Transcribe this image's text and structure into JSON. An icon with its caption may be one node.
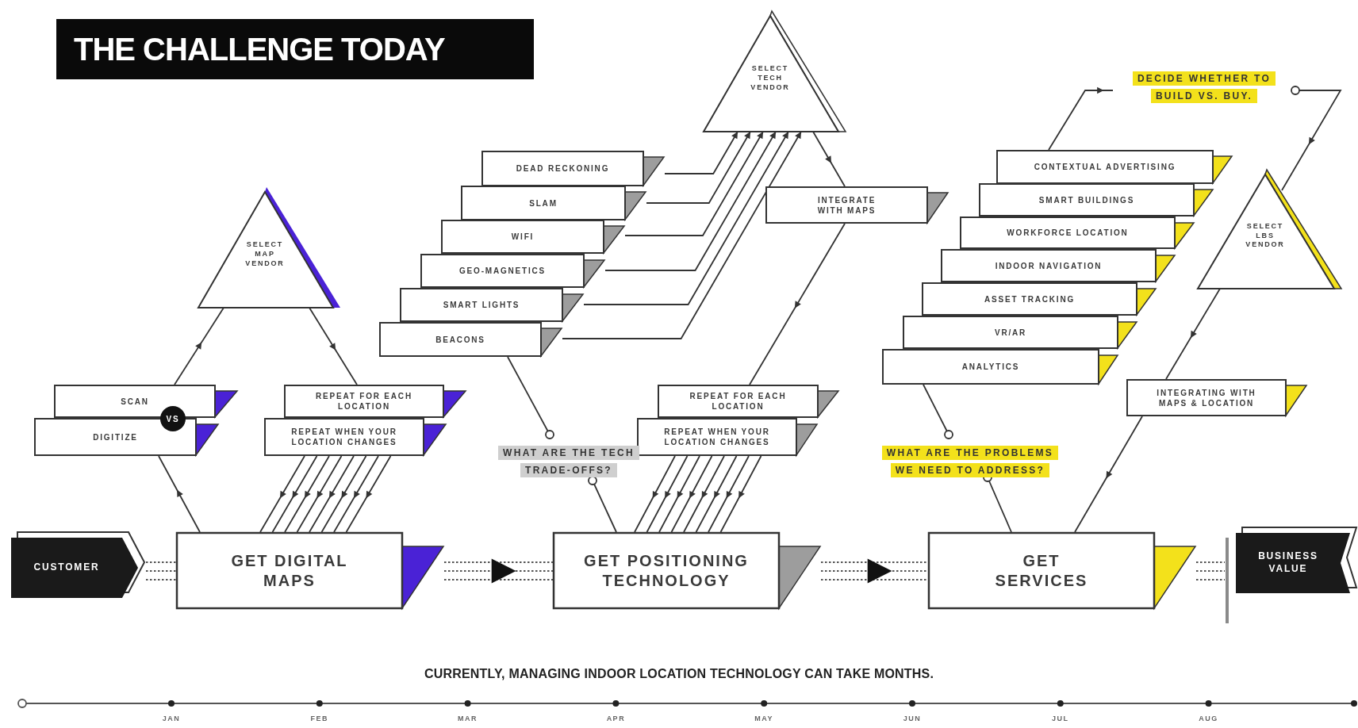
{
  "diagram": {
    "title": "THE CHALLENGE TODAY",
    "nodes": [
      {
        "text": [
          "SELECT MAP VENDOR"
        ]
      },
      {
        "text": [
          "SCAN"
        ]
      },
      {
        "text": [
          "VS"
        ]
      },
      {
        "text": [
          "DIGITIZE"
        ]
      },
      {
        "text": [
          "REPEAT FOR EACH LOCATION"
        ]
      },
      {
        "text": [
          "REPEAT WHEN YOUR LOCATION CHANGES"
        ]
      },
      {
        "text": [
          "DEAD RECKONING"
        ]
      },
      {
        "text": [
          "SLAM"
        ]
      },
      {
        "text": [
          "WIFI"
        ]
      },
      {
        "text": [
          "GEO-MAGNETICS"
        ]
      },
      {
        "text": [
          "SMART LIGHTS"
        ]
      },
      {
        "text": [
          "BEACONS"
        ]
      },
      {
        "text": [
          "SELECT TECH VENDOR"
        ]
      },
      {
        "text": [
          "INTEGRATE WITH MAPS"
        ]
      },
      {
        "text": [
          "REPEAT FOR EACH LOCATION"
        ]
      },
      {
        "text": [
          "REPEAT WHEN YOUR LOCATION CHANGES"
        ]
      },
      {
        "text": [
          "WHAT ARE THE TECH TRADE-OFFS?"
        ]
      },
      {
        "text": [
          "DECIDE WHETHER TO BUILD VS. BUY."
        ]
      },
      {
        "text": [
          "CONTEXTUAL ADVERTISING"
        ]
      },
      {
        "text": [
          "SMART BUILDINGS"
        ]
      },
      {
        "text": [
          "WORKFORCE LOCATION"
        ]
      },
      {
        "text": [
          "INDOOR NAVIGATION"
        ]
      },
      {
        "text": [
          "ASSET TRACKING"
        ]
      },
      {
        "text": [
          "VR/AR"
        ]
      },
      {
        "text": [
          "ANALYTICS"
        ]
      },
      {
        "text": [
          "SELECT LBS VENDOR"
        ]
      },
      {
        "text": [
          "INTEGRATING WITH MAPS & LOCATION"
        ]
      },
      {
        "text": [
          "WHAT ARE THE PROBLEMS WE NEED TO ADDRESS?"
        ]
      },
      {
        "text": [
          "CUSTOMER"
        ]
      },
      {
        "text": [
          "GET DIGITAL MAPS"
        ]
      },
      {
        "text": [
          "GET POSITIONING TECHNOLOGY"
        ]
      },
      {
        "text": [
          "GET SERVICES"
        ]
      },
      {
        "text": [
          "BUSINESS VALUE"
        ]
      }
    ],
    "edges": [
      {
        "from": 29,
        "to": 3,
        "arrow": "to"
      },
      {
        "from": 1,
        "to": 0,
        "arrow": "to"
      },
      {
        "from": 0,
        "to": 4,
        "arrow": "to"
      },
      {
        "from": 5,
        "to": 29,
        "arrow": "to"
      },
      {
        "from": 6,
        "to": 12,
        "arrow": "to"
      },
      {
        "from": 7,
        "to": 12,
        "arrow": "to"
      },
      {
        "from": 8,
        "to": 12,
        "arrow": "to"
      },
      {
        "from": 9,
        "to": 12,
        "arrow": "to"
      },
      {
        "from": 10,
        "to": 12,
        "arrow": "to"
      },
      {
        "from": 11,
        "to": 12,
        "arrow": "to"
      },
      {
        "from": 12,
        "to": 13,
        "arrow": "to"
      },
      {
        "from": 13,
        "to": 14,
        "arrow": "to"
      },
      {
        "from": 15,
        "to": 30,
        "arrow": "to"
      },
      {
        "from": 11,
        "to": 16,
        "arrow": "other"
      },
      {
        "from": 30,
        "to": 16,
        "arrow": "other"
      },
      {
        "from": 18,
        "to": 17,
        "arrow": "to"
      },
      {
        "from": 17,
        "to": 25,
        "arrow": "to"
      },
      {
        "from": 25,
        "to": 26,
        "arrow": "to"
      },
      {
        "from": 26,
        "to": 31,
        "arrow": "to"
      },
      {
        "from": 24,
        "to": 27,
        "arrow": "other"
      },
      {
        "from": 31,
        "to": 27,
        "arrow": "other"
      },
      {
        "from": 28,
        "to": 29,
        "arrow": "none",
        "style": "dashed"
      },
      {
        "from": 29,
        "to": 30,
        "arrow": "to",
        "style": "dashed"
      },
      {
        "from": 30,
        "to": 31,
        "arrow": "to",
        "style": "dashed"
      },
      {
        "from": 31,
        "to": 32,
        "arrow": "none",
        "style": "dashed"
      }
    ],
    "labels": [
      "CURRENTLY, MANAGING INDOOR LOCATION TECHNOLOGY CAN TAKE MONTHS.",
      "JAN",
      "FEB",
      "MAR",
      "APR",
      "MAY",
      "JUN",
      "JUL",
      "AUG"
    ]
  }
}
